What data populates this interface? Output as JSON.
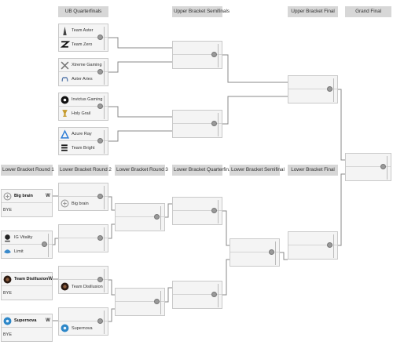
{
  "headers": {
    "ub_quarterfinals": "UB Quarterfinals",
    "ub_semifinals": "Upper Bracket Semifinals",
    "ub_final": "Upper Bracket Final",
    "grand_final": "Grand Final",
    "lb_r1": "Lower Bracket Round 1",
    "lb_r2": "Lower Bracket Round 2",
    "lb_r3": "Lower Bracket Round 3",
    "lb_qf": "Lower Bracket Quarterfin...",
    "lb_sf": "Lower Bracket Semifinal",
    "lb_final": "Lower Bracket Final"
  },
  "upper": {
    "qf": [
      {
        "t1": "Team Aster",
        "t1_icon": "team-aster-logo",
        "t2": "Team Zero",
        "t2_icon": "team-zero-logo"
      },
      {
        "t1": "Xtreme Gaming",
        "t1_icon": "xtreme-gaming-logo",
        "t2": "Aster Aries",
        "t2_icon": "aster-aries-logo"
      },
      {
        "t1": "Invictus Gaming",
        "t1_icon": "invictus-gaming-logo",
        "t2": "Holy Grail",
        "t2_icon": "holy-grail-logo"
      },
      {
        "t1": "Azure Ray",
        "t1_icon": "azure-ray-logo",
        "t2": "Team Bright",
        "t2_icon": "team-bright-logo"
      }
    ]
  },
  "lower": {
    "r1": [
      {
        "t1": "Big brain",
        "t1_icon": "big-brain-logo",
        "t1_score": "W",
        "t2": "BYE"
      },
      {
        "t1": "IG Vitality",
        "t1_icon": "ig-vitality-logo",
        "t2": "Limit",
        "t2_icon": "limit-logo"
      },
      {
        "t1": "Team Disillusion",
        "t1_icon": "team-disillusion-logo",
        "t1_score": "W",
        "t2": "BYE"
      },
      {
        "t1": "Supernova",
        "t1_icon": "supernova-logo",
        "t1_score": "W",
        "t2": "BYE"
      }
    ],
    "r2": [
      {
        "t2": "Big brain",
        "t2_icon": "big-brain-logo"
      },
      {
        "t2": ""
      },
      {
        "t2": "Team Disillusion",
        "t2_icon": "team-disillusion-logo"
      },
      {
        "t2": "Supernova",
        "t2_icon": "supernova-logo"
      }
    ]
  },
  "colors": {
    "header_bg": "#d7d7d7",
    "match_bg": "#f4f4f4",
    "line": "#888888"
  }
}
